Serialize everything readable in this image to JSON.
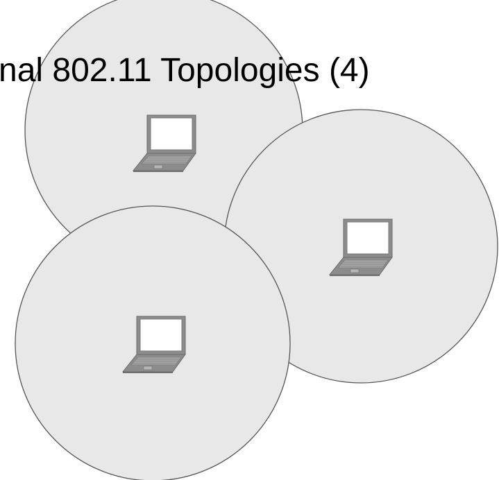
{
  "slide": {
    "title": "nal 802.11 Topologies (4)"
  },
  "diagram": {
    "coverage_areas": [
      {
        "name": "coverage-area-top-left",
        "device": "laptop-icon"
      },
      {
        "name": "coverage-area-right",
        "device": "laptop-icon"
      },
      {
        "name": "coverage-area-bottom-left",
        "device": "laptop-icon"
      }
    ]
  },
  "colors": {
    "background": "#ffffff",
    "coverage_fill": "#e8e8e9",
    "coverage_stroke": "#555555",
    "laptop_body": "#8c8c8c",
    "laptop_screen": "#ffffff",
    "title": "#000000"
  }
}
